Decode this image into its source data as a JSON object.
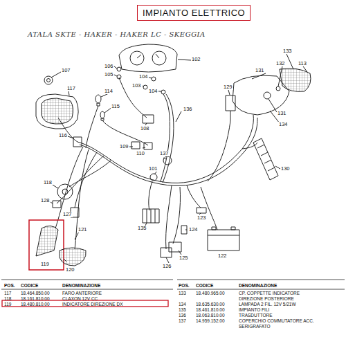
{
  "diagram": {
    "title": "IMPIANTO ELETTRICO",
    "labels": [
      "ATALA SKTE - HAKER - HAKER LC - SKEGGIA",
      "107",
      "117",
      "106",
      "105",
      "104",
      "103",
      "104",
      "102",
      "114",
      "115",
      "116",
      "108",
      "109",
      "110",
      "137",
      "101",
      "136",
      "129",
      "131",
      "133",
      "132",
      "113",
      "134",
      "131",
      "130",
      "118",
      "128",
      "127",
      "121",
      "119",
      "120",
      "135",
      "123",
      "124",
      "122",
      "125",
      "126",
      "POS.",
      "CODICE",
      "DENOMINAZIONE",
      "117",
      "18.464.850.00",
      "FARO ANTERIORE",
      "118",
      "18.161.810.00",
      "CLAXON 12V CC",
      "119",
      "18.480.810.00",
      "INDICATORE DIREZIONE DX",
      "POS.",
      "CODICE",
      "DENOMINAZIONE",
      "133",
      "18.480.965.00",
      "CP. COPPETTE INDICATORE DIREZIONE POSTERIORE",
      "134",
      "18.635.630.00",
      "LAMPADA 2 FIL. 12V 5/21W",
      "135",
      "18.461.810.00",
      "IMPIANTO FILI",
      "136",
      "18.063.810.00",
      "TRASDUTTORE",
      "137",
      "14.959.152.00",
      "COPERCHIO COMMUTATORE ACC. SERIGRAFATO"
    ]
  }
}
